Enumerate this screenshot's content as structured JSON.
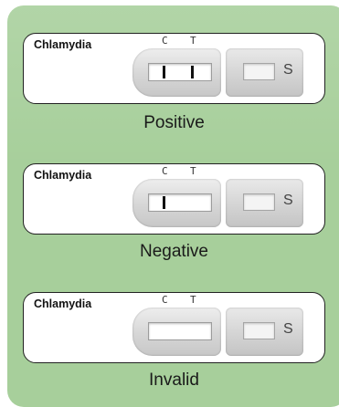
{
  "panel": {
    "background": "#a7cf9b"
  },
  "cards": [
    {
      "title": "Chlamydia",
      "control_label": "C",
      "test_label": "T",
      "sample_label": "S",
      "control_band": true,
      "test_band": true,
      "result": "Positive"
    },
    {
      "title": "Chlamydia",
      "control_label": "C",
      "test_label": "T",
      "sample_label": "S",
      "control_band": true,
      "test_band": false,
      "result": "Negative"
    },
    {
      "title": "Chlamydia",
      "control_label": "C",
      "test_label": "T",
      "sample_label": "S",
      "control_band": false,
      "test_band": false,
      "result": "Invalid"
    }
  ]
}
